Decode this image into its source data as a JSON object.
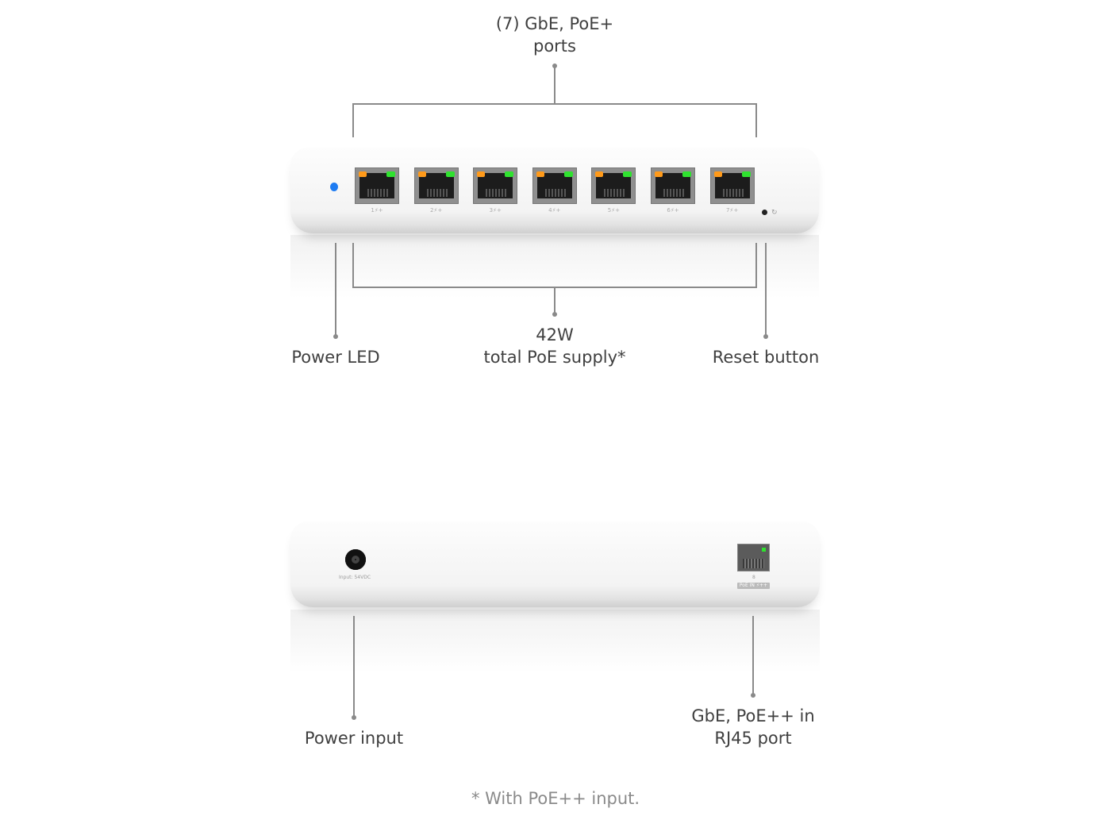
{
  "front": {
    "ports_label": [
      "(7) GbE, PoE+",
      "ports"
    ],
    "power_led_label": "Power LED",
    "poe_supply_label": [
      "42W",
      "total PoE supply*"
    ],
    "reset_label": "Reset button",
    "port_numbers": [
      "1⚡+",
      "2⚡+",
      "3⚡+",
      "4⚡+",
      "5⚡+",
      "6⚡+",
      "7⚡+"
    ],
    "led_color": "#1e7cf2"
  },
  "back": {
    "power_input_label": "Power input",
    "power_jack_text": "Input: 54VDC",
    "uplink_label": [
      "GbE, PoE++ in",
      "RJ45 port"
    ],
    "uplink_port_number": "8",
    "uplink_badge": "PoE IN ⚡++"
  },
  "footnote": "* With PoE++ input."
}
